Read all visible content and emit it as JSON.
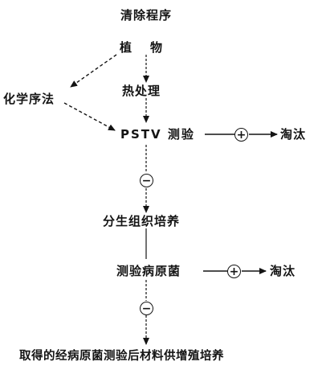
{
  "title": "清除程序",
  "nodes": {
    "plant": "植　物",
    "heat": "热处理",
    "chem": "化学序法",
    "pstv": "PSTV 测验",
    "elim1": "淘汰",
    "meristem": "分生组织培养",
    "pathogen": "测验病原菌",
    "elim2": "淘汰",
    "final": "取得的经病原菌测验后材料供增殖培养"
  },
  "signs": {
    "pstv_positive": "+",
    "pstv_negative": "−",
    "pathogen_positive": "+",
    "pathogen_negative": "−"
  }
}
